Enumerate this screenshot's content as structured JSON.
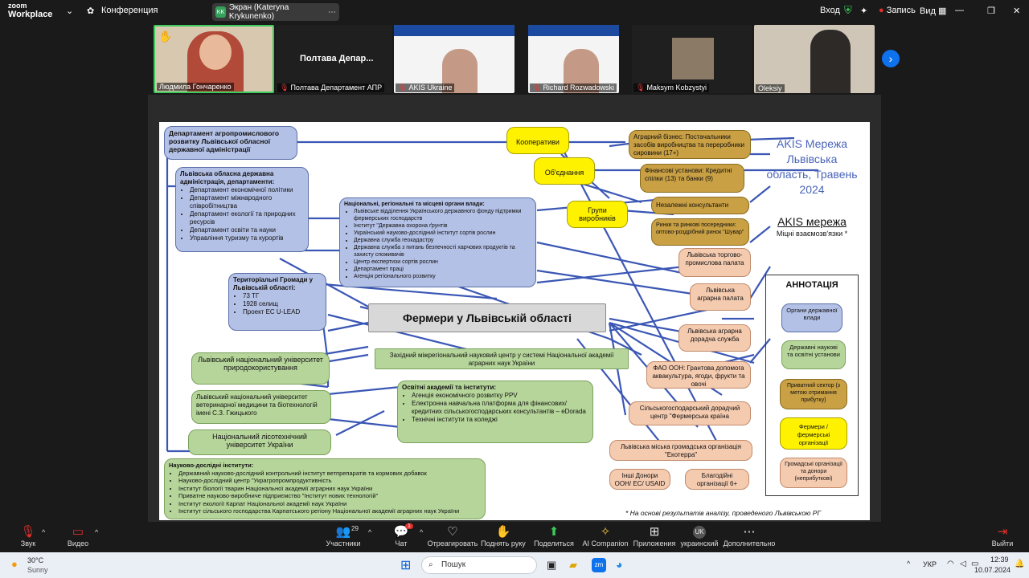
{
  "topbar": {
    "logo_line1": "zoom",
    "logo_line2": "Workplace",
    "meeting_title": "Конференция",
    "share_initials": "KK",
    "share_label": "Экран (Kateryna Krykunenko)",
    "signin": "Вход",
    "record": "Запись",
    "view": "Вид"
  },
  "participants": [
    {
      "name": "Людмила Гончаренко"
    },
    {
      "name": "Полтава Департамент АПР",
      "tile_text": "Полтава  Депар..."
    },
    {
      "name": "AKIS Ukraine"
    },
    {
      "name": "Richard Rozwadowski"
    },
    {
      "name": "Maksym Kobzystyi"
    },
    {
      "name": "Oleksiy"
    }
  ],
  "slide": {
    "title": "AKIS Мережа Львівська область, Травень 2024",
    "subtitle": "AKIS мережа",
    "subtitle2": "Міцні взаємозв'язки *",
    "center": "Фермери у Львівській області",
    "dept": "Департамент агропромислового розвитку Львівської обласної державної адміністрації",
    "lviv_admin_title": "Львівська обласна державна адміністрація, департаменти:",
    "lviv_admin_items": [
      "Департамент економічної політики",
      "Департамент міжнародного співробітництва",
      "Департамент екології та природних ресурсів",
      "Департамент освіти та науки",
      "Управління туризму та курортів"
    ],
    "national_title": "Національні, регіональні та місцеві органи влади:",
    "national_items": [
      "Львівське відділення Українського державного фонду підтримки фермерських господарств",
      "Інститут \"Державна охорона ґрунтів",
      "Український науково-дослідний інститут сортів рослин",
      "Державна служба геокадастру",
      "Державна служба з питань безпечності харчових продуктів та захисту споживачів",
      "Центр експертизи сортів рослин",
      "Департамент праці",
      "Агенція регіонального розвитку"
    ],
    "territorial_title": "Територіальні Громади  у Львівській області:",
    "territorial_items": [
      "73 ТГ",
      "1928 селищ",
      "Проект ЕС  U-LEAD"
    ],
    "coop": "Кооперативи",
    "assoc": "Об'єднання",
    "groups": "Групи виробників",
    "agri_biz": "Аграрний бізнес: Постачальники засобів виробництва та переробники сировини (17+)",
    "finance": "Фінансові установи: Кредитні спілки (13) та банки (9)",
    "consultants": "Незалежні консультанти",
    "markets": "Ринки та ринкові посередники: оптово-роздрібний ринок \"Шувар\"",
    "chamber_trade": "Львівська торгово-промислова палата",
    "chamber_agri": "Львівська аграрна палата",
    "advisory": "Львівська аграрна дорадча служба",
    "fao": "ФАО ООН: Грантова допомога аквакультура, ягоди, фрукти та овочі",
    "rural_advisory": "Сільськогосподарський дорадчий центр \"Фермерська країна",
    "ecoterra": "Львівська міська громадська організація \"Екотерра\"",
    "donors": "Інші Донори ООН/ ЕС/ USAID",
    "charity": "Благодійні організації  6+",
    "western_center": "Західний міжрегіональний науковий центр у системі Національної академії аграрних наук України",
    "edu_title": "Освітні академії та інститути:",
    "edu_items": [
      "Агенція економічного розвитку PPV",
      "Електронна навчальна платформа для фінансових/кредитних сільськогосподарських консультантів – eDorada",
      "Технічні інститути та коледжі"
    ],
    "univ1": "Львівський національний університет природокористування",
    "univ2": "Львівський національний університет ветеринарної медицини та біотехнологій імені С.З. Гжицького",
    "univ3": "Національний лісотехнічний університет України",
    "research_title": "Науково-дослідні інститути:",
    "research_items": [
      "Державний науково-дослідний контрольний інститут ветпрепаратів та кормових добавок",
      "Науково-дослідний центр \"Украгропромпродуктивність",
      "Інститут біології тварин Національної академії аграрних наук України",
      "Приватне науково-виробниче підприємство \"Інститут нових технологій\"",
      "Інститут екології Карпат Національної академії наук України",
      "Інститут сільського господарства Карпатського регіону Національної академії аграрних наук України"
    ],
    "legend_title": "АННОТАЦІЯ",
    "legend": [
      "Органи державної влади",
      "Державні наукові та освітні установи",
      "Приватний сектор (з метою отримання прибутку)",
      "Фермери / фермерські організації",
      "Громадські організації та донори (неприбуткові)"
    ],
    "footnote": "* На основі результатів аналізу, проведеного Львівською РГ"
  },
  "toolbar": {
    "audio": "Звук",
    "video": "Видео",
    "participants": "Участники",
    "participants_count": "29",
    "chat": "Чат",
    "chat_badge": "1",
    "react": "Отреагировать",
    "hand": "Поднять руку",
    "share": "Поделиться",
    "companion": "AI Companion",
    "apps": "Приложения",
    "lang_initials": "UK",
    "lang": "украинский",
    "more": "Дополнительно",
    "leave": "Выйти"
  },
  "taskbar": {
    "temp": "30°C",
    "weather": "Sunny",
    "search": "Пошук",
    "lang": "УКР",
    "time": "12:39",
    "date": "10.07.2024"
  }
}
